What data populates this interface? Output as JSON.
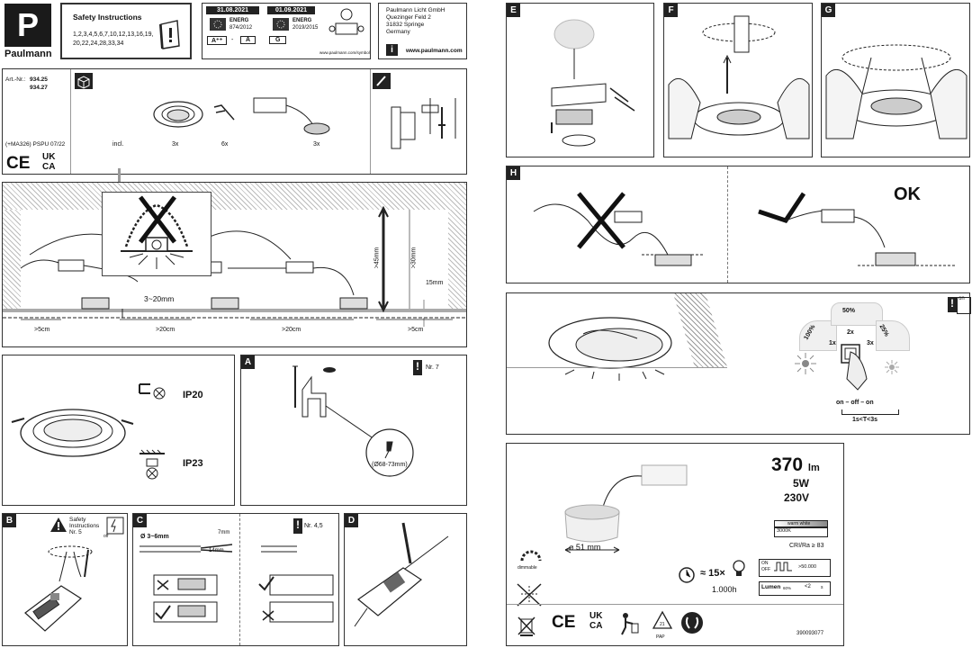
{
  "brand": {
    "logo_letter": "P",
    "name": "Paulmann"
  },
  "safety": {
    "title": "Safety Instructions",
    "pages_line1": "1,2,3,4,5,6,7,10,12,13,16,19,",
    "pages_line2": "20,22,24,28,33,34"
  },
  "energy": {
    "date1": "31.08.2021",
    "date2": "01.09.2021",
    "label1": "ENERG",
    "reg1": "874/2012",
    "reg2": "2019/2015",
    "class_a": "A⁺⁺",
    "dash": "-",
    "class_b": "A",
    "class_g": "G",
    "url_small": "www.paulmann.com/symbol"
  },
  "company": {
    "line1": "Paulmann Licht GmbH",
    "line2": "Quezinger Feld 2",
    "line3": "31832 Springe",
    "line4": "Germany",
    "website": "www.paulmann.com"
  },
  "article": {
    "label": "Art.-Nr.:",
    "num1": "934.25",
    "num2": "934.27",
    "code": "(+MA326) PSPU 07/22",
    "ce": "CE",
    "ukca1": "UK",
    "ukca2": "CA"
  },
  "contents": {
    "incl": "incl.",
    "qty1": "3x",
    "qty2": "6x",
    "qty3": "3x"
  },
  "install": {
    "d1": ">5cm",
    "d2": ">20cm",
    "d3": ">20cm",
    "d4": ">5cm",
    "gap": "3~20mm",
    "h1": ">45mm",
    "h2": ">30mm",
    "h3": "15mm"
  },
  "ip": {
    "ip20": "IP20",
    "ip23": "IP23"
  },
  "panel_a": {
    "label": "A",
    "nr": "Nr. 7",
    "hole": "(Ø68-73mm)"
  },
  "panel_b": {
    "label": "B",
    "s1": "Safety",
    "s2": "Instructions",
    "s3": "Nr. 5",
    "off": "off"
  },
  "panel_c": {
    "label": "C",
    "dia": "Ø 3~6mm",
    "mm7": "7mm",
    "mm14": "14mm",
    "nr": "Nr. 4,5"
  },
  "panel_d": {
    "label": "D"
  },
  "panel_e": {
    "label": "E"
  },
  "panel_f": {
    "label": "F"
  },
  "panel_g": {
    "label": "G"
  },
  "panel_h": {
    "label": "H",
    "ok": "OK"
  },
  "dimmer": {
    "p50": "50%",
    "p100": "100%",
    "p25": "25%",
    "x1": "1x",
    "x2": "2x",
    "x3": "3x",
    "on": "on",
    "seq": "on – off – on",
    "timing": "1s<T<3s"
  },
  "specs": {
    "lumen": "370",
    "lm": "lm",
    "watt": "5W",
    "volt": "230V",
    "warm": "warm white",
    "kelvin": "3000K",
    "cri": "CRI/Ra ≥ 83",
    "dia": "⌀ 51 mm",
    "dimmable": "dimmable",
    "cycles": "≈ 15×",
    "hours": "1.000h",
    "onoff": ">50.000",
    "on": "ON",
    "off": "OFF",
    "lumen_label": "Lumen",
    "lumen_pct": "60%",
    "lumen_time": "<2",
    "lumen_unit": "s",
    "code": "390093077",
    "pap": "PAP",
    "pap_num": "21"
  }
}
